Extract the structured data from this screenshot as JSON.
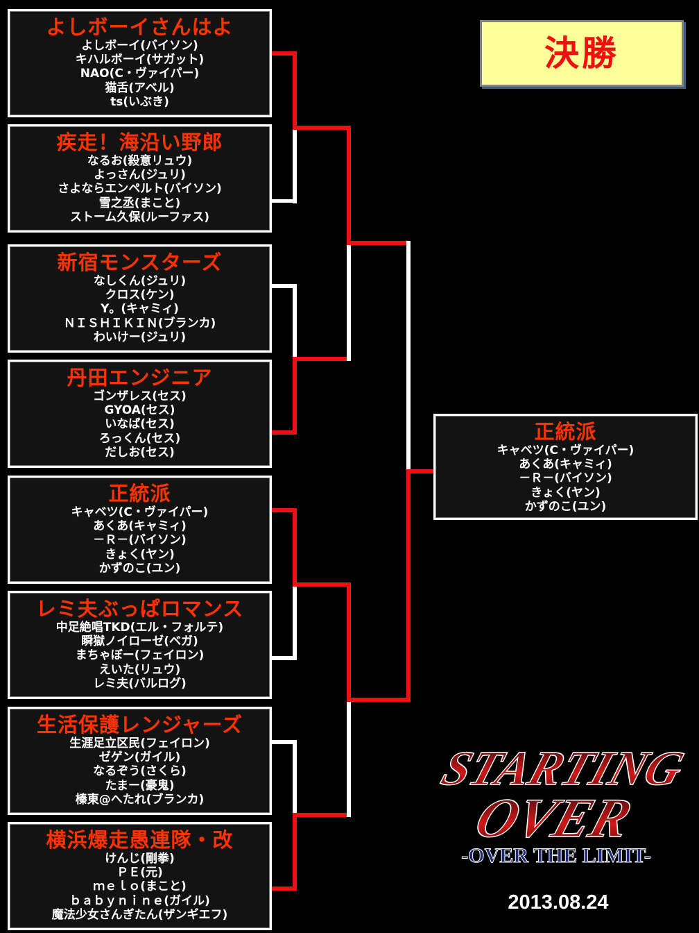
{
  "title": "決勝",
  "event": {
    "logo_text_line1": "STARTING",
    "logo_text_line2": "OVER",
    "subtitle": "-OVER THE LIMIT-",
    "date": "2013.08.24"
  },
  "colors": {
    "accent_red": "#ff3300",
    "line_red": "#ee1111",
    "title_bg": "#ffff99"
  },
  "teams": [
    {
      "name": "よしボーイさんはよ",
      "members": [
        "よしボーイ(バイソン)",
        "キハルボーイ(サガット)",
        "NAO(C・ヴァイパー)",
        "猫舌(アベル)",
        "ts(いぶき)"
      ]
    },
    {
      "name": "疾走！海沿い野郎",
      "members": [
        "なるお(殺意リュウ)",
        "よっさん(ジュリ)",
        "さよならエンペルト(バイソン)",
        "雪之丞(まこと)",
        "ストーム久保(ルーファス)"
      ]
    },
    {
      "name": "新宿モンスターズ",
      "members": [
        "なしくん(ジュリ)",
        "クロス(ケン)",
        "Y。(キャミィ)",
        "ＮＩＳＨＩＫＩＮ(ブランカ)",
        "わいけー(ジュリ)"
      ]
    },
    {
      "name": "丹田エンジニア",
      "members": [
        "ゴンザレス(セス)",
        "GYOA(セス)",
        "いなば(セス)",
        "ろっくん(セス)",
        "だしお(セス)"
      ]
    },
    {
      "name": "正統派",
      "members": [
        "キャベツ(C・ヴァイパー)",
        "あくあ(キャミィ)",
        "－Ｒ－(バイソン)",
        "きょく(ヤン)",
        "かずのこ(ユン)"
      ]
    },
    {
      "name": "レミ夫ぶっぱロマンス",
      "members": [
        "中足絶唱TKD(エル・フォルテ)",
        "瞬獄ノイローゼ(ベガ)",
        "まちゃぼー(フェイロン)",
        "えいた(リュウ)",
        "レミ夫(バルログ)"
      ]
    },
    {
      "name": "生活保護レンジャーズ",
      "members": [
        "生涯足立区民(フェイロン)",
        "ゼゲン(ガイル)",
        "なるぞう(さくら)",
        "たまー(豪鬼)",
        "榛東@へたれ(ブランカ)"
      ]
    },
    {
      "name": "横浜爆走愚連隊・改",
      "members": [
        "けんじ(剛拳)",
        "ＰＥ(元)",
        "ｍｅｌｏ(まこと)",
        "ｂａｂｙｎｉｎｅ(ガイル)",
        "魔法少女さんぎたん(ザンギエフ)"
      ]
    }
  ],
  "champion": {
    "name": "正統派",
    "members": [
      "キャベツ(C・ヴァイパー)",
      "あくあ(キャミィ)",
      "－Ｒ－(バイソン)",
      "きょく(ヤン)",
      "かずのこ(ユン)"
    ]
  }
}
